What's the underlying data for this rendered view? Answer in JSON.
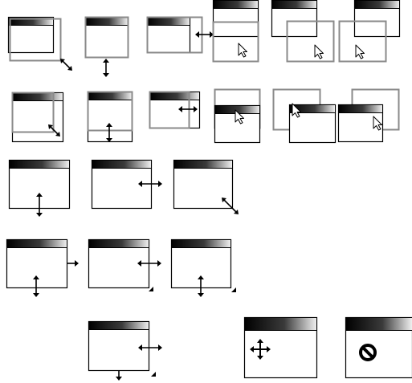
{
  "sheet": {
    "background": "#ffffff",
    "frame_stroke": "#000000",
    "ghost_stroke": "#8a8a8a",
    "titlebar_dark": "#000000",
    "titlebar_light": "#f2f2f2"
  },
  "rows": [
    {
      "name": "row-1-resize-and-move-preview",
      "items": [
        {
          "name": "corner-resize-preview",
          "cursor": "diagonal-resize-icon"
        },
        {
          "name": "vertical-resize-preview",
          "cursor": "vertical-resize-icon"
        },
        {
          "name": "horizontal-resize-preview",
          "cursor": "horizontal-resize-icon"
        },
        {
          "name": "move-preview-down",
          "cursor": "arrow-pointer-icon"
        },
        {
          "name": "move-preview-down-right",
          "cursor": "arrow-pointer-icon"
        },
        {
          "name": "move-preview-down-left",
          "cursor": "arrow-pointer-icon"
        }
      ]
    },
    {
      "name": "row-2-shrink-and-move-preview",
      "items": [
        {
          "name": "corner-shrink-preview",
          "cursor": "diagonal-resize-icon"
        },
        {
          "name": "vertical-shrink-preview",
          "cursor": "vertical-resize-icon"
        },
        {
          "name": "horizontal-shrink-preview",
          "cursor": "horizontal-resize-icon"
        },
        {
          "name": "move-preview-up",
          "cursor": "arrow-pointer-icon"
        },
        {
          "name": "move-preview-up-left",
          "cursor": "arrow-pointer-icon"
        },
        {
          "name": "move-preview-up-right",
          "cursor": "arrow-pointer-icon"
        }
      ]
    },
    {
      "name": "row-3-resize-handles",
      "items": [
        {
          "name": "bottom-edge-handle",
          "cursor": "vertical-resize-icon"
        },
        {
          "name": "right-edge-handle",
          "cursor": "horizontal-resize-icon"
        },
        {
          "name": "corner-handle",
          "cursor": "diagonal-resize-icon"
        }
      ]
    },
    {
      "name": "row-4-edge-arrows",
      "items": [
        {
          "name": "edge-arrow-bottom-right",
          "cursor": "vertical-resize-icon"
        },
        {
          "name": "edge-arrow-right-corner",
          "cursor": "horizontal-resize-icon"
        },
        {
          "name": "edge-arrow-bottom-corner",
          "cursor": "vertical-resize-icon"
        }
      ]
    },
    {
      "name": "row-5-move-and-forbidden",
      "items": [
        {
          "name": "all-handles-window",
          "cursor": "horizontal-resize-icon"
        },
        {
          "name": "move-cursor-window",
          "cursor": "move-icon"
        },
        {
          "name": "forbidden-cursor-window",
          "cursor": "forbidden-icon"
        }
      ]
    }
  ]
}
